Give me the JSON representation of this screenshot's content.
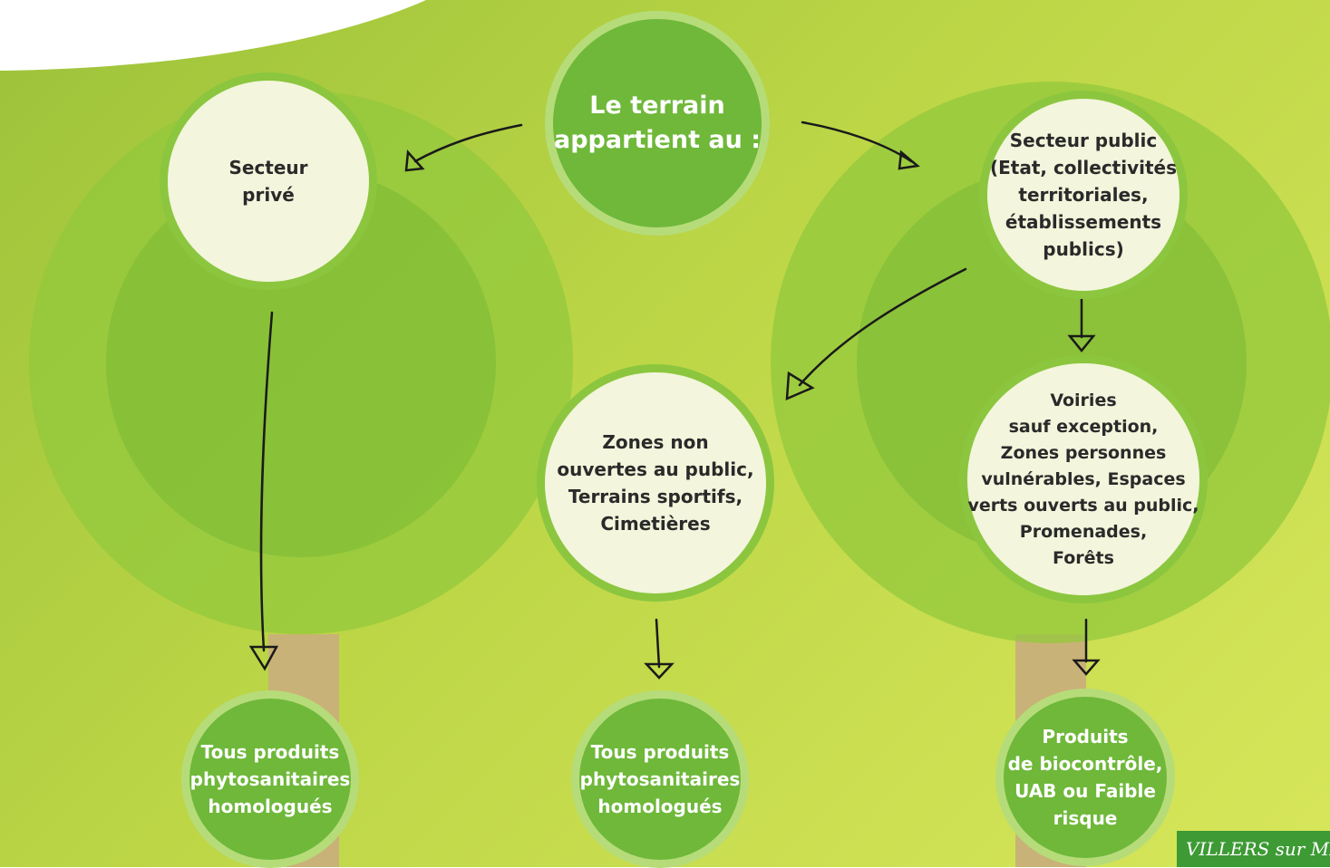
{
  "diagram": {
    "question": "Le terrain\nappartient au :",
    "private_sector": "Secteur\nprivé",
    "public_sector": "Secteur public\n(Etat, collectivités\nterritoriales,\nétablissements\npublics)",
    "zones_closed": "Zones non\nouvertes au public,\nTerrains sportifs,\nCimetières",
    "zones_open": "Voiries\nsauf exception,\nZones personnes\nvulnérables, Espaces\nverts ouverts au public,\nPromenades,\nForêts",
    "product_all_1": "Tous produits\nphytosanitaires\nhomologués",
    "product_all_2": "Tous produits\nphytosanitaires\nhomologués",
    "product_bio": "Produits\nde biocontrôle,\nUAB ou Faible\nrisque"
  },
  "logo": {
    "text": "VILLERS sur MER"
  },
  "colors": {
    "dark_green": "#6fb83a",
    "light_node": "#f3f5dc",
    "background": "#bcd646"
  }
}
